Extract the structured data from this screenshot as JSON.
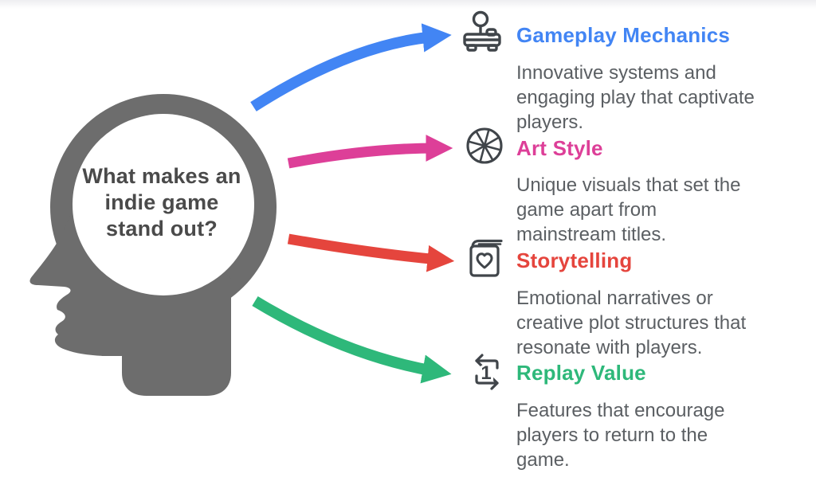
{
  "head": {
    "question": "What makes an\nindie game\nstand out?",
    "silhouette_color": "#6d6d6d",
    "text_color": "#4a4a4a"
  },
  "description_color": "#5b5f63",
  "icon_stroke_color": "#40454a",
  "branches": [
    {
      "label": "Gameplay Mechanics",
      "description": "Innovative systems and\nengaging play that captivate\nplayers.",
      "color": "#4285f4",
      "icon": "joystick-icon"
    },
    {
      "label": "Art Style",
      "description": "Unique visuals that set the\ngame apart from\nmainstream titles.",
      "color": "#dd3f98",
      "icon": "color-wheel-icon"
    },
    {
      "label": "Storytelling",
      "description": "Emotional narratives or\ncreative plot structures that\nresonate with players.",
      "color": "#e5453d",
      "icon": "storybook-heart-icon"
    },
    {
      "label": "Replay Value",
      "description": "Features that encourage\nplayers to return to the\ngame.",
      "color": "#2eb87a",
      "icon": "repeat-one-icon",
      "icon_badge": "1"
    }
  ]
}
